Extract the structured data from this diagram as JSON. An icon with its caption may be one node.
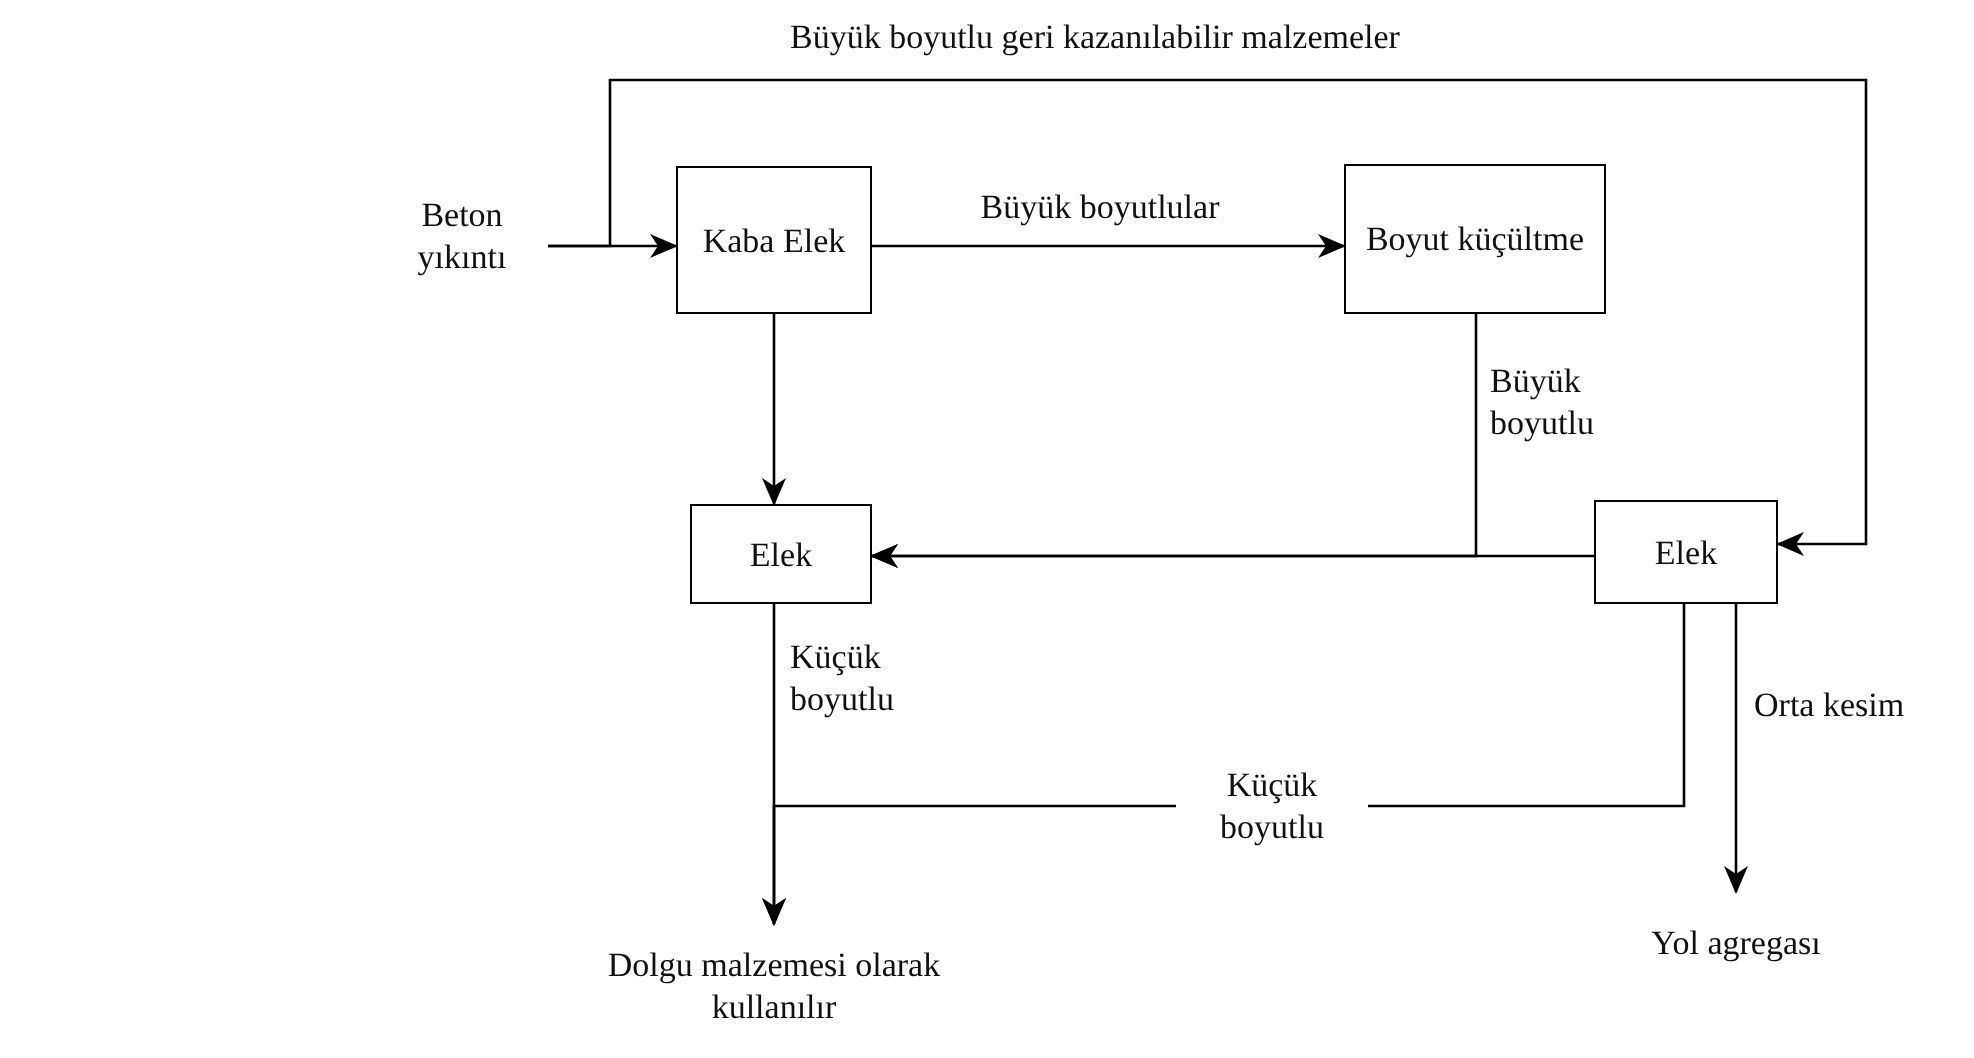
{
  "diagram": {
    "nodes": [
      {
        "text": [
          "Beton yıkıntı"
        ]
      },
      {
        "text": [
          "Kaba Elek"
        ]
      },
      {
        "text": [
          "Boyut küçültme"
        ]
      },
      {
        "text": [
          "Elek"
        ]
      },
      {
        "text": [
          "Elek"
        ]
      },
      {
        "text": [
          "Dolgu malzemesi olarak kullanılır"
        ]
      },
      {
        "text": [
          "Yol agregası"
        ]
      }
    ],
    "edges": [
      {
        "from": 0,
        "to": 1,
        "arrow": "to"
      },
      {
        "from": 0,
        "to": 4,
        "arrow": "to",
        "label": "Büyük boyutlu geri kazanılabilir malzemeler"
      },
      {
        "from": 1,
        "to": 2,
        "arrow": "to",
        "label": "Büyük boyutlular"
      },
      {
        "from": 1,
        "to": 3,
        "arrow": "to"
      },
      {
        "from": 2,
        "to": 3,
        "arrow": "to",
        "label": "Büyük boyutlu"
      },
      {
        "from": 4,
        "to": 3,
        "arrow": "to"
      },
      {
        "from": 3,
        "to": 5,
        "arrow": "to",
        "label": "Küçük boyutlu"
      },
      {
        "from": 4,
        "to": 5,
        "arrow": "to",
        "label": "Küçük boyutlu"
      },
      {
        "from": 4,
        "to": 6,
        "arrow": "to",
        "label": "Orta kesim"
      }
    ]
  }
}
